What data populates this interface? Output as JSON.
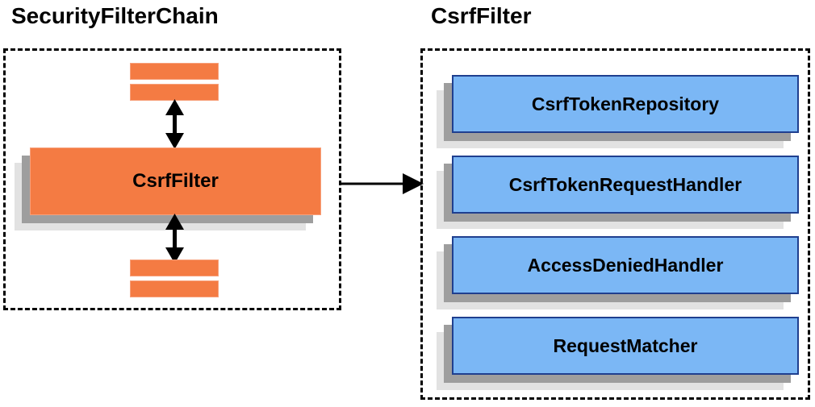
{
  "diagram": {
    "type": "component-relationship",
    "background": "#ffffff",
    "colors": {
      "orange_fill": "#F47B43",
      "orange_border": "#F7A07B",
      "blue_fill": "#7BB7F5",
      "blue_border": "#1F3F8F",
      "shadow_dark": "#9E9E9E",
      "shadow_light": "#E2E2E2",
      "panel_border": "#000000",
      "arrow": "#000000"
    }
  },
  "panels": [
    {
      "id": "security-filter-chain",
      "title": "SecurityFilterChain",
      "boxes": [
        {
          "id": "stub-top-1",
          "label": "",
          "shape": "stub"
        },
        {
          "id": "stub-top-2",
          "label": "",
          "shape": "stub"
        },
        {
          "id": "csrf-filter",
          "label": "CsrfFilter",
          "shape": "card-orange"
        },
        {
          "id": "stub-bottom-1",
          "label": "",
          "shape": "stub"
        },
        {
          "id": "stub-bottom-2",
          "label": "",
          "shape": "stub"
        }
      ],
      "connectors": [
        {
          "id": "arrow-above-csrf-filter",
          "kind": "double-headed-vertical"
        },
        {
          "id": "arrow-below-csrf-filter",
          "kind": "double-headed-vertical"
        }
      ]
    },
    {
      "id": "csrf-filter-detail",
      "title": "CsrfFilter",
      "boxes": [
        {
          "id": "csrf-token-repository",
          "label": "CsrfTokenRepository",
          "shape": "card-blue"
        },
        {
          "id": "csrf-token-request-handler",
          "label": "CsrfTokenRequestHandler",
          "shape": "card-blue"
        },
        {
          "id": "access-denied-handler",
          "label": "AccessDeniedHandler",
          "shape": "card-blue"
        },
        {
          "id": "request-matcher",
          "label": "RequestMatcher",
          "shape": "card-blue"
        }
      ]
    }
  ],
  "connectors": [
    {
      "id": "expand-arrow",
      "kind": "single-headed-horizontal",
      "from": "security-filter-chain",
      "to": "csrf-filter-detail",
      "label": ""
    }
  ]
}
